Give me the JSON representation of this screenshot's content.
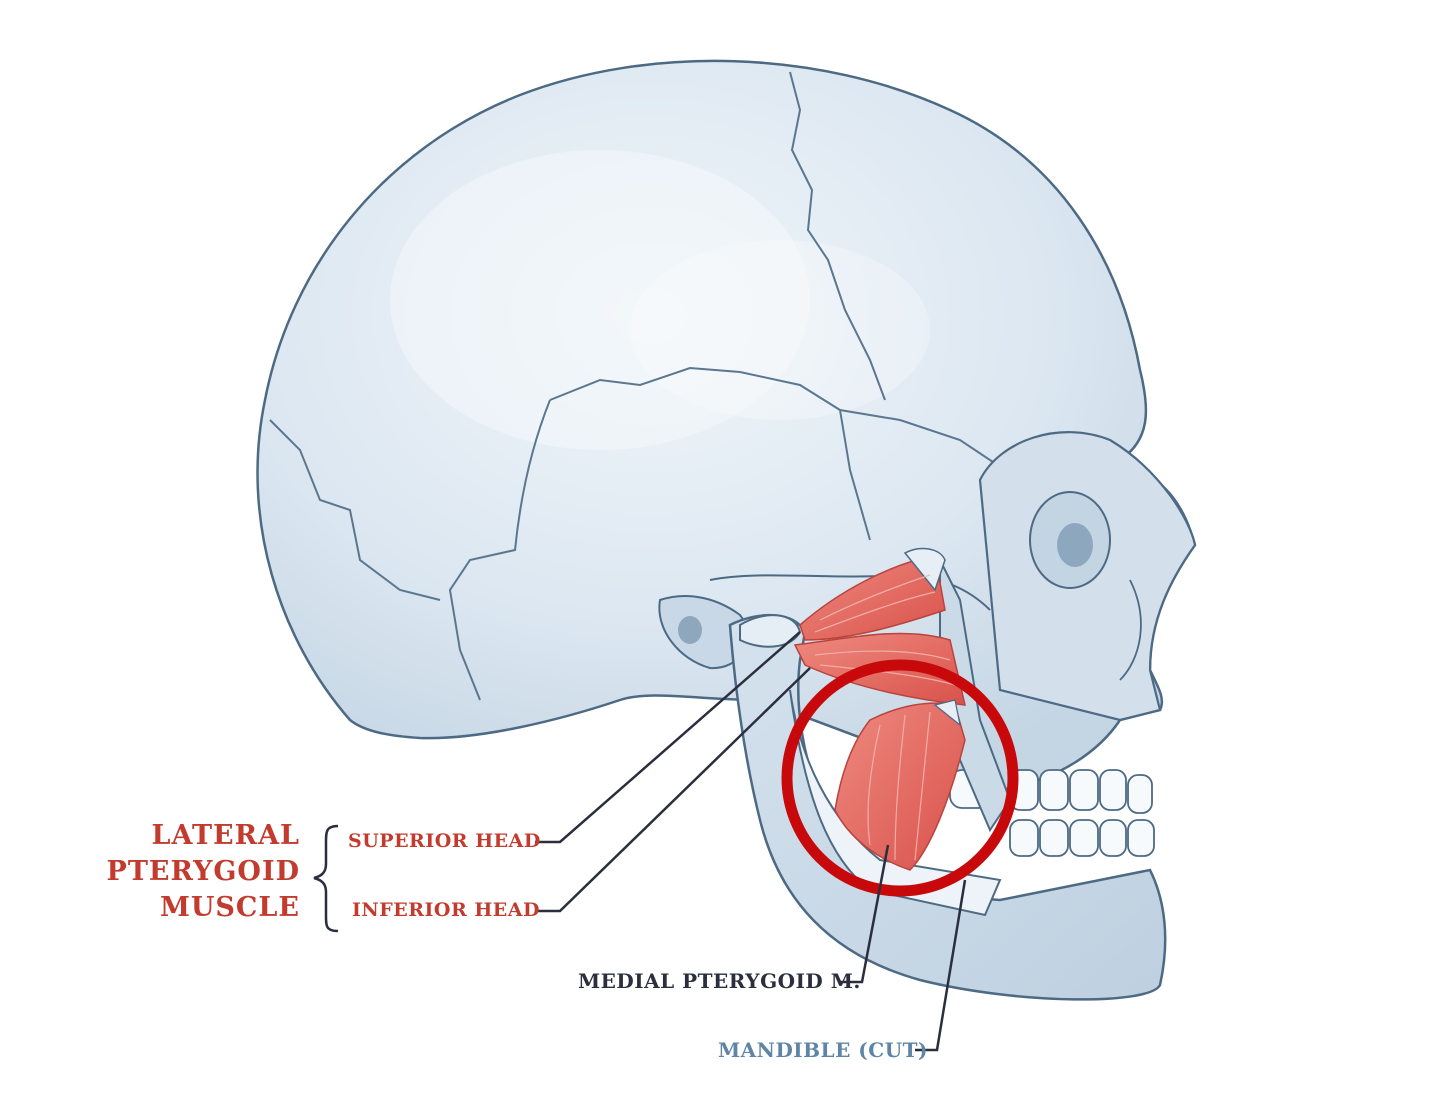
{
  "labels": {
    "group_line1": "LATERAL",
    "group_line2": "PTERYGOID",
    "group_line3": "MUSCLE",
    "superior_head": "SUPERIOR HEAD",
    "inferior_head": "INFERIOR HEAD",
    "medial_pterygoid": "MEDIAL PTERYGOID M.",
    "mandible": "MANDIBLE (CUT)"
  },
  "colors": {
    "skull_fill": "#dce7f1",
    "skull_outline": "#4d6a84",
    "muscle": "#e0615a",
    "highlight_circle": "#c8090b",
    "label_red": "#c23b2e",
    "label_dark": "#2b2f3d",
    "label_blue": "#5f85a6"
  }
}
